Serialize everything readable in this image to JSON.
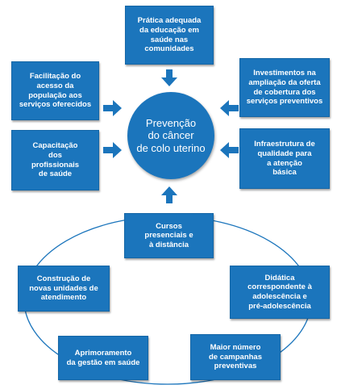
{
  "center": {
    "label": "Prevenção\ndo câncer\nde colo uterino"
  },
  "top_boxes": [
    {
      "label": "Prática adequada\nda educação em\nsaúde nas\ncomunidades"
    },
    {
      "label": "Facilitação do\nacesso da\npopulação aos\nserviços oferecidos"
    },
    {
      "label": "Investimentos na\nampliação da oferta\nde cobertura dos\nserviços preventivos"
    },
    {
      "label": "Capacitação\ndos\nprofissionais\nde saúde"
    },
    {
      "label": "Infraestrutura de\nqualidade para\na atenção\nbásica"
    }
  ],
  "cycle_boxes": [
    {
      "label": "Cursos\npresenciais e\nà distância"
    },
    {
      "label": "Didática\ncorrespondente à\nadolescência e\npré-adolescência"
    },
    {
      "label": "Maior número\nde campanhas\npreventivas"
    },
    {
      "label": "Aprimoramento\nda gestão em saúde"
    },
    {
      "label": "Construção de\nnovas unidades de\natendimento"
    }
  ],
  "colors": {
    "box": "#1b75bc",
    "arrow": "#1b75bc",
    "ring": "#1b75bc"
  }
}
